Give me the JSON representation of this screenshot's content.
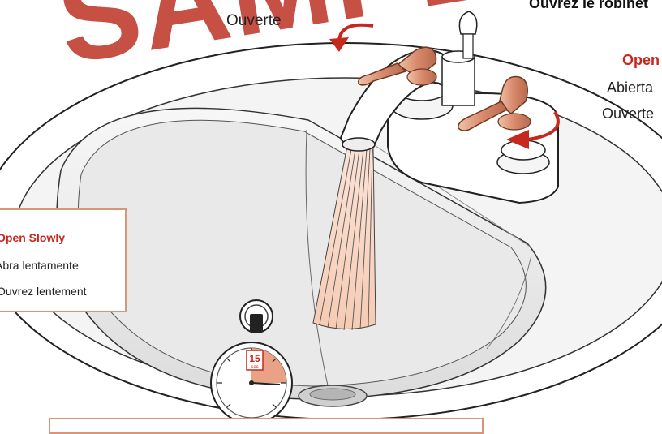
{
  "watermark": {
    "text": "SAMPLE"
  },
  "labels": {
    "top_center": "Ouverte",
    "top_right_partial": "Ouvrez le robinet",
    "right_open": "Open",
    "right_abierta": "Abierta",
    "right_ouverte": "Ouverte"
  },
  "callout": {
    "title": "Open Slowly",
    "line_es": "Abra lentamente",
    "line_fr": "Ouvrez lentement"
  },
  "timer": {
    "value": "15",
    "unit": "sec",
    "fill_fraction": 0.25
  },
  "colors": {
    "accent": "#c8271e",
    "copper": "#d98a6c",
    "box_border": "#d9957a"
  },
  "icons": [
    "rotation-arrow-icon",
    "rotation-arrow-icon",
    "stopwatch-icon"
  ]
}
